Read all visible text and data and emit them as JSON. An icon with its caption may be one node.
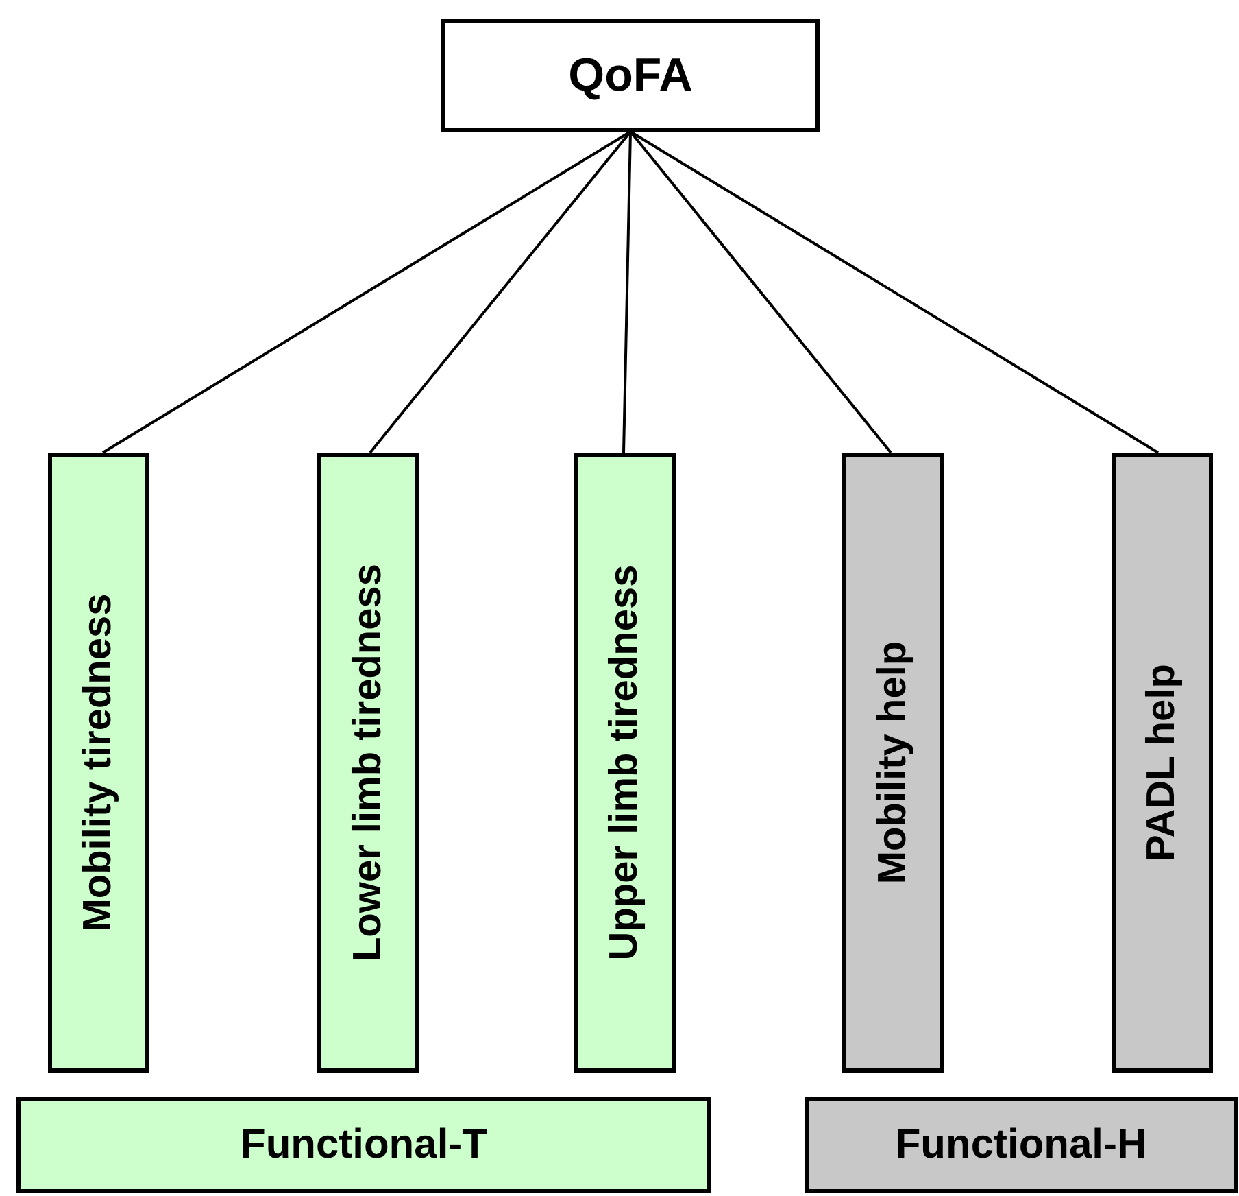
{
  "diagram": {
    "nodes": [
      {
        "text": [
          "QoFA"
        ]
      },
      {
        "text": [
          "Mobility tiredness"
        ]
      },
      {
        "text": [
          "Lower limb tiredness"
        ]
      },
      {
        "text": [
          "Upper limb tiredness"
        ]
      },
      {
        "text": [
          "Mobility help"
        ]
      },
      {
        "text": [
          "PADL help"
        ]
      },
      {
        "text": [
          "Functional-T"
        ]
      },
      {
        "text": [
          "Functional-H"
        ]
      }
    ],
    "edges": [
      {
        "from": 0,
        "to": 1,
        "arrow": "none"
      },
      {
        "from": 0,
        "to": 2,
        "arrow": "none"
      },
      {
        "from": 0,
        "to": 3,
        "arrow": "none"
      },
      {
        "from": 0,
        "to": 4,
        "arrow": "none"
      },
      {
        "from": 0,
        "to": 5,
        "arrow": "none"
      }
    ]
  }
}
